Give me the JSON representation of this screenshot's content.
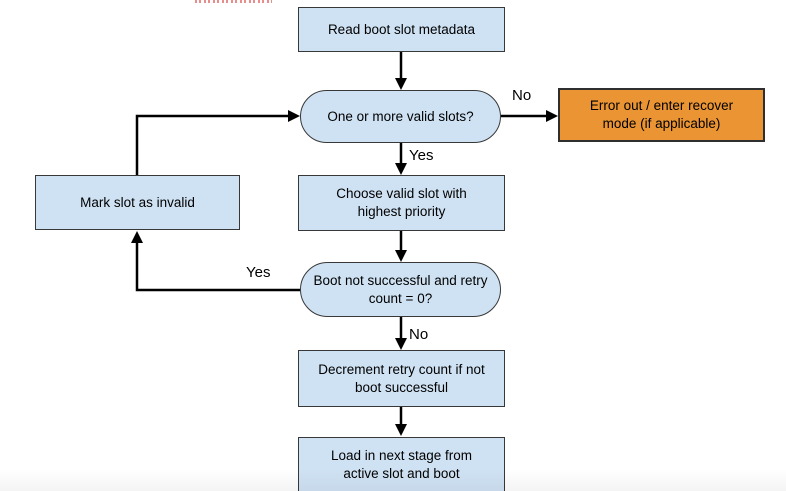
{
  "colors": {
    "node_fill": "#cfe2f3",
    "node_border": "#383838",
    "error_fill": "#ea9434",
    "arrow": "#000000",
    "accent_red": "#e06666"
  },
  "flowchart": {
    "nodes": {
      "read_metadata": {
        "label": "Read boot slot metadata"
      },
      "valid_slots": {
        "label": "One or more valid slots?"
      },
      "error_recover": {
        "label": "Error out / enter recover mode (if applicable)"
      },
      "choose_slot": {
        "label": "Choose valid slot with highest priority"
      },
      "mark_invalid": {
        "label": "Mark slot as invalid"
      },
      "boot_retry": {
        "label": "Boot not successful and retry count = 0?"
      },
      "decrement_retry": {
        "label": "Decrement retry count if not boot successful"
      },
      "load_next": {
        "label": "Load in next stage from active slot and boot"
      }
    },
    "edge_labels": {
      "valid_slots_no": "No",
      "valid_slots_yes": "Yes",
      "boot_retry_yes": "Yes",
      "boot_retry_no": "No"
    }
  }
}
